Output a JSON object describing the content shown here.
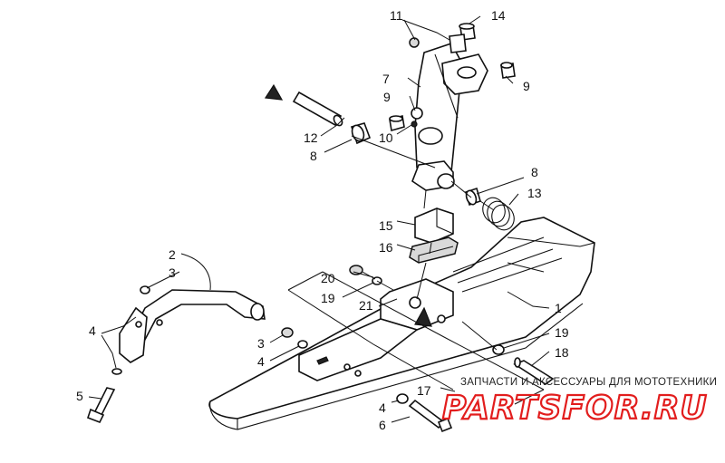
{
  "diagram": {
    "callouts": {
      "c1": "1",
      "c2": "2",
      "c3a": "3",
      "c3b": "3",
      "c4a": "4",
      "c4b": "4",
      "c4c": "4",
      "c5": "5",
      "c6": "6",
      "c7": "7",
      "c8a": "8",
      "c8b": "8",
      "c9a": "9",
      "c9b": "9",
      "c10": "10",
      "c11": "11",
      "c12": "12",
      "c13": "13",
      "c14": "14",
      "c15": "15",
      "c16": "16",
      "c17": "17",
      "c18": "18",
      "c19a": "19",
      "c19b": "19",
      "c20": "20",
      "c21": "21"
    }
  },
  "watermark": {
    "subtitle": "ЗАПЧАСТИ И АКСЕССУАРЫ ДЛЯ МОТОТЕХНИКИ",
    "brand": "PARTSFOR.RU",
    "brand_color": "#e21d1d"
  }
}
